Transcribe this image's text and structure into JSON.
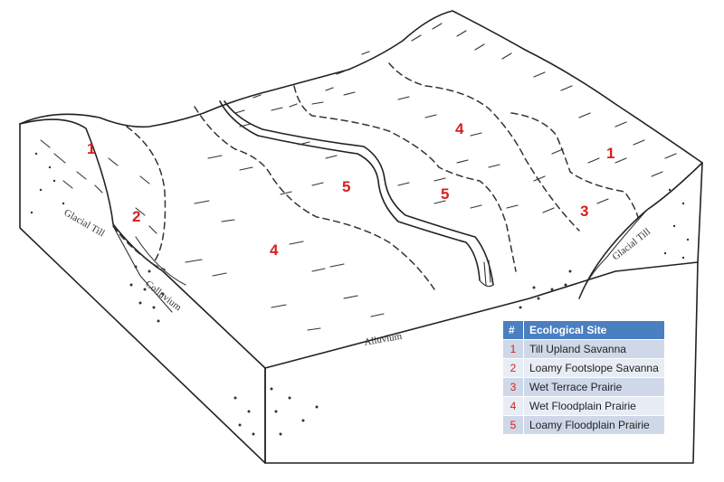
{
  "site_labels": [
    {
      "number": "1"
    },
    {
      "number": "2"
    },
    {
      "number": "5"
    },
    {
      "number": "4"
    },
    {
      "number": "4"
    },
    {
      "number": "5"
    },
    {
      "number": "1"
    },
    {
      "number": "3"
    }
  ],
  "geology_labels": {
    "glacial_till_left": "Glacial Till",
    "glacial_till_right": "Glacial Till",
    "colluvium": "Colluvium",
    "alluvium": "Alluvium"
  },
  "legend": {
    "header_number": "#",
    "header_site": "Ecological Site",
    "rows": [
      {
        "number": "1",
        "name": "Till Upland Savanna"
      },
      {
        "number": "2",
        "name": "Loamy Footslope Savanna"
      },
      {
        "number": "3",
        "name": "Wet Terrace Prairie"
      },
      {
        "number": "4",
        "name": "Wet Floodplain Prairie"
      },
      {
        "number": "5",
        "name": "Loamy Floodplain Prairie"
      }
    ]
  },
  "colors": {
    "site_number": "#d61f1f",
    "legend_header": "#4a7fc1",
    "legend_row_dark": "#cfd8e8",
    "legend_row_light": "#e8edf5"
  }
}
